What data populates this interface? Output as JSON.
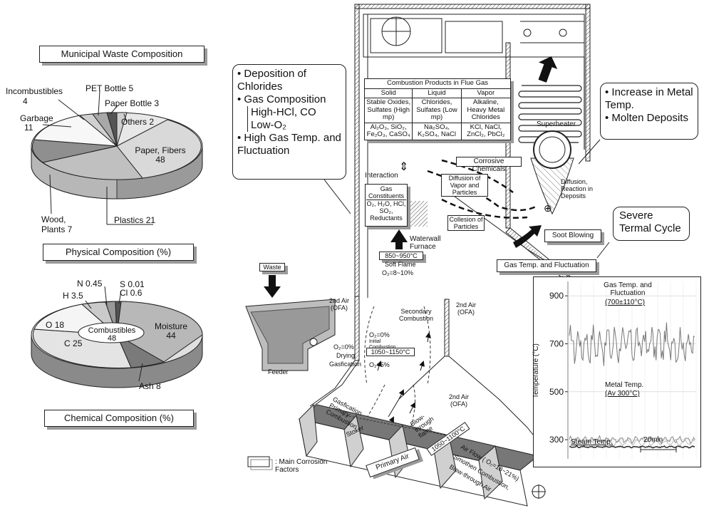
{
  "municipal": {
    "title": "Municipal Waste Composition",
    "physical": {
      "caption": "Physical Composition (%)",
      "slices": [
        {
          "label": "Paper, Fibers",
          "value": "48",
          "color": "#e6e6e6"
        },
        {
          "label": "Plastics",
          "value": "21",
          "color": "#bdbdbd"
        },
        {
          "label": "Wood, Plants",
          "value": "7",
          "color": "#8c8c8c"
        },
        {
          "label": "Garbage",
          "value": "11",
          "color": "#f4f4f4"
        },
        {
          "label": "Incombustibles",
          "value": "4",
          "color": "#d0d0d0"
        },
        {
          "label": "PET Bottle",
          "value": "5",
          "color": "#a8a8a8"
        },
        {
          "label": "Paper Bottle",
          "value": "3",
          "color": "#6e6e6e"
        },
        {
          "label": "Others",
          "value": "2",
          "color": "#cfcfcf"
        }
      ]
    },
    "chemical": {
      "caption": "Chemical Composition (%)",
      "combustibles_label": "Combustibles",
      "combustibles_value": "48",
      "slices": [
        {
          "label": "Moisture",
          "value": "44",
          "color": "#b4b4b4"
        },
        {
          "label": "Ash",
          "value": "8",
          "color": "#7a7a7a"
        },
        {
          "label": "C",
          "value": "25",
          "color": "#e2e2e2"
        },
        {
          "label": "O",
          "value": "18",
          "color": "#f3f3f3"
        },
        {
          "label": "H",
          "value": "3.5",
          "color": "#cacaca"
        },
        {
          "label": "N",
          "value": "0.45",
          "color": "#999999"
        },
        {
          "label": "S",
          "value": "0.01",
          "color": "#999999"
        },
        {
          "label": "Cl",
          "value": "0.6",
          "color": "#666666"
        }
      ]
    }
  },
  "callouts": {
    "left": [
      "Deposition of Chlorides",
      "Gas Composition",
      "High-HCl, CO",
      "Low-O₂",
      "High Gas Temp. and Fluctuation"
    ],
    "right": [
      "Increase in Metal Temp.",
      "Molten Deposits"
    ],
    "severe": "Severe Termal Cycle"
  },
  "table": {
    "title": "Combustion Products in Flue Gas",
    "headers": [
      "Solid",
      "Liquid",
      "Vapor"
    ],
    "row1": [
      "Stable Oxides, Sulfates (High mp)",
      "Chlorides, Sulfates (Low mp)",
      "Alkaline, Heavy Metal Chlorides"
    ],
    "row2": [
      "Al₂O₃, SiO₂, Fe₂O₃, CaSO₄",
      "Na₂SO₄, K₂SO₄, NaCl",
      "KCl, NaCl, ZnCl₂, PbCl₂"
    ]
  },
  "boiler": {
    "corrosive_chemicals": "Corrosive Chemicals",
    "interaction": "Interaction",
    "gas_constituents_title": "Gas Constituents",
    "gas_constituents": "O₂, H₂O, HCl, SO₂, Reductants",
    "diffusion_vapor": "Diffusion of Vapor and Particles",
    "collision": "Collesion of Particles",
    "superheater": "Superheater",
    "diffusion_reaction": "Diffusion, Reaction in Deposits",
    "soot_blowing": "Soot Blowing",
    "gas_temp_fluct": "Gas Temp. and Fluctuation",
    "waterwall": "Waterwall Furnace",
    "soft_flame_temp": "850~950°C",
    "soft_flame": "Soft Flame",
    "soft_flame_o2": "O₂=8~10%",
    "waste": "Waste",
    "air_2nd": "2nd Air (OFA)",
    "secondary_combustion": "Secondary Combustion",
    "o2_0_initial": "O₂=0%",
    "initial_combustion": "Initial Combustion",
    "temp_1050_1150": "1050~1150°C",
    "o2_0_drying": "O₂=0%",
    "drying": "Drying",
    "gasfication": "Gasfication",
    "o2_5": "O₂=5%",
    "feeder": "Feeder",
    "gasfication_primary": "Gasfication Primary Combustion",
    "stoker": "Stoker",
    "blow_through_flame": "Blow-through flame",
    "temp_1050_1100": "1050~1100°C",
    "air_flow": "Air Flow ( O₂=18~21%)",
    "smothen": "Smothen Combustion,",
    "blow_air": "Blow-through Air",
    "primary_air": "Primary Air",
    "legend": ": Main Corrosion Factors"
  },
  "chart_data": {
    "type": "line",
    "ylabel": "Temperature (°C)",
    "yticks": [
      300,
      500,
      700,
      900
    ],
    "ylim": [
      220,
      960
    ],
    "scale_bar": "20min",
    "series": [
      {
        "name": "Gas Temp. and Fluctuation",
        "annotation": "(700±110°C)",
        "mean": 700,
        "amplitude": 110,
        "color": "#777777"
      },
      {
        "name": "Metal Temp.",
        "annotation": "(Av 300°C)",
        "mean": 300,
        "amplitude": 20,
        "color": "#888888"
      },
      {
        "name": "Steam Temp.",
        "mean": 270,
        "amplitude": 5,
        "color": "#333333"
      }
    ]
  }
}
